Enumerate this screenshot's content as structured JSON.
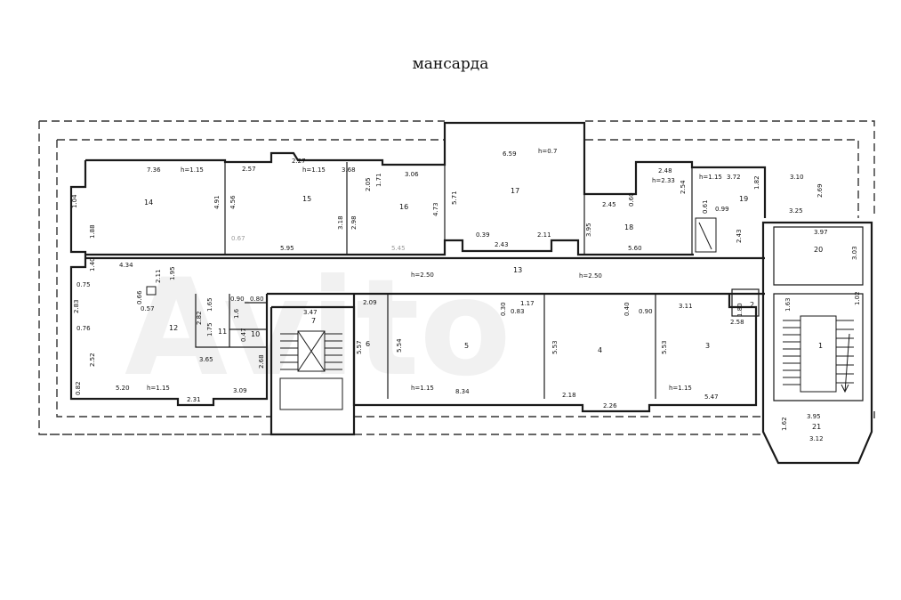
{
  "title": "мансарда",
  "watermark": "Avito",
  "rooms": [
    {
      "id": "r1",
      "num": "1"
    },
    {
      "id": "r2",
      "num": "2"
    },
    {
      "id": "r3",
      "num": "3"
    },
    {
      "id": "r4",
      "num": "4"
    },
    {
      "id": "r5",
      "num": "5"
    },
    {
      "id": "r6",
      "num": "6"
    },
    {
      "id": "r7",
      "num": "7"
    },
    {
      "id": "r10",
      "num": "10"
    },
    {
      "id": "r11",
      "num": "11"
    },
    {
      "id": "r12",
      "num": "12"
    },
    {
      "id": "r13",
      "num": "13"
    },
    {
      "id": "r14",
      "num": "14"
    },
    {
      "id": "r15",
      "num": "15"
    },
    {
      "id": "r16",
      "num": "16"
    },
    {
      "id": "r17",
      "num": "17"
    },
    {
      "id": "r18",
      "num": "18"
    },
    {
      "id": "r19",
      "num": "19"
    },
    {
      "id": "r20",
      "num": "20"
    },
    {
      "id": "r21",
      "num": "21"
    }
  ],
  "labels": [
    "7.36",
    "h=1.15",
    "1.04",
    "1.88",
    "4.91",
    "2.57",
    "2.27",
    "h=1.15",
    "3.68",
    "4.56",
    "3.18",
    "2.05",
    "1.71",
    "2.98",
    "3.06",
    "4.73",
    "0.67",
    "5.95",
    "5.45",
    "6.59",
    "h=0.7",
    "5.71",
    "0.39",
    "2.43",
    "2.11",
    "2.45",
    "0.60",
    "2.48",
    "h=2.33",
    "2.54",
    "3.95",
    "5.60",
    "h=1.15",
    "3.72",
    "1.82",
    "0.61",
    "0.99",
    "2.43",
    "3.10",
    "2.69",
    "3.25",
    "3.97",
    "3.03",
    "1.02",
    "4.34",
    "2.11",
    "1.95",
    "1.40",
    "0.75",
    "0.66",
    "0.57",
    "2.83",
    "0.76",
    "2.52",
    "0.82",
    "5.20",
    "h=1.15",
    "2.31",
    "3.09",
    "1.65",
    "0.90",
    "0.80",
    "1.6",
    "2.82",
    "1.75",
    "0.47",
    "3.65",
    "2.68",
    "3.47",
    "h=2.50",
    "h=2.50",
    "2.09",
    "5.57",
    "5.54",
    "0.30",
    "1.17",
    "0.83",
    "h=1.15",
    "8.34",
    "5.53",
    "0.40",
    "0.90",
    "2.18",
    "2.26",
    "3.11",
    "5.53",
    "h=1.15",
    "5.47",
    "1.80",
    "2.58",
    "1.63",
    "1.62",
    "3.95",
    "3.12"
  ]
}
